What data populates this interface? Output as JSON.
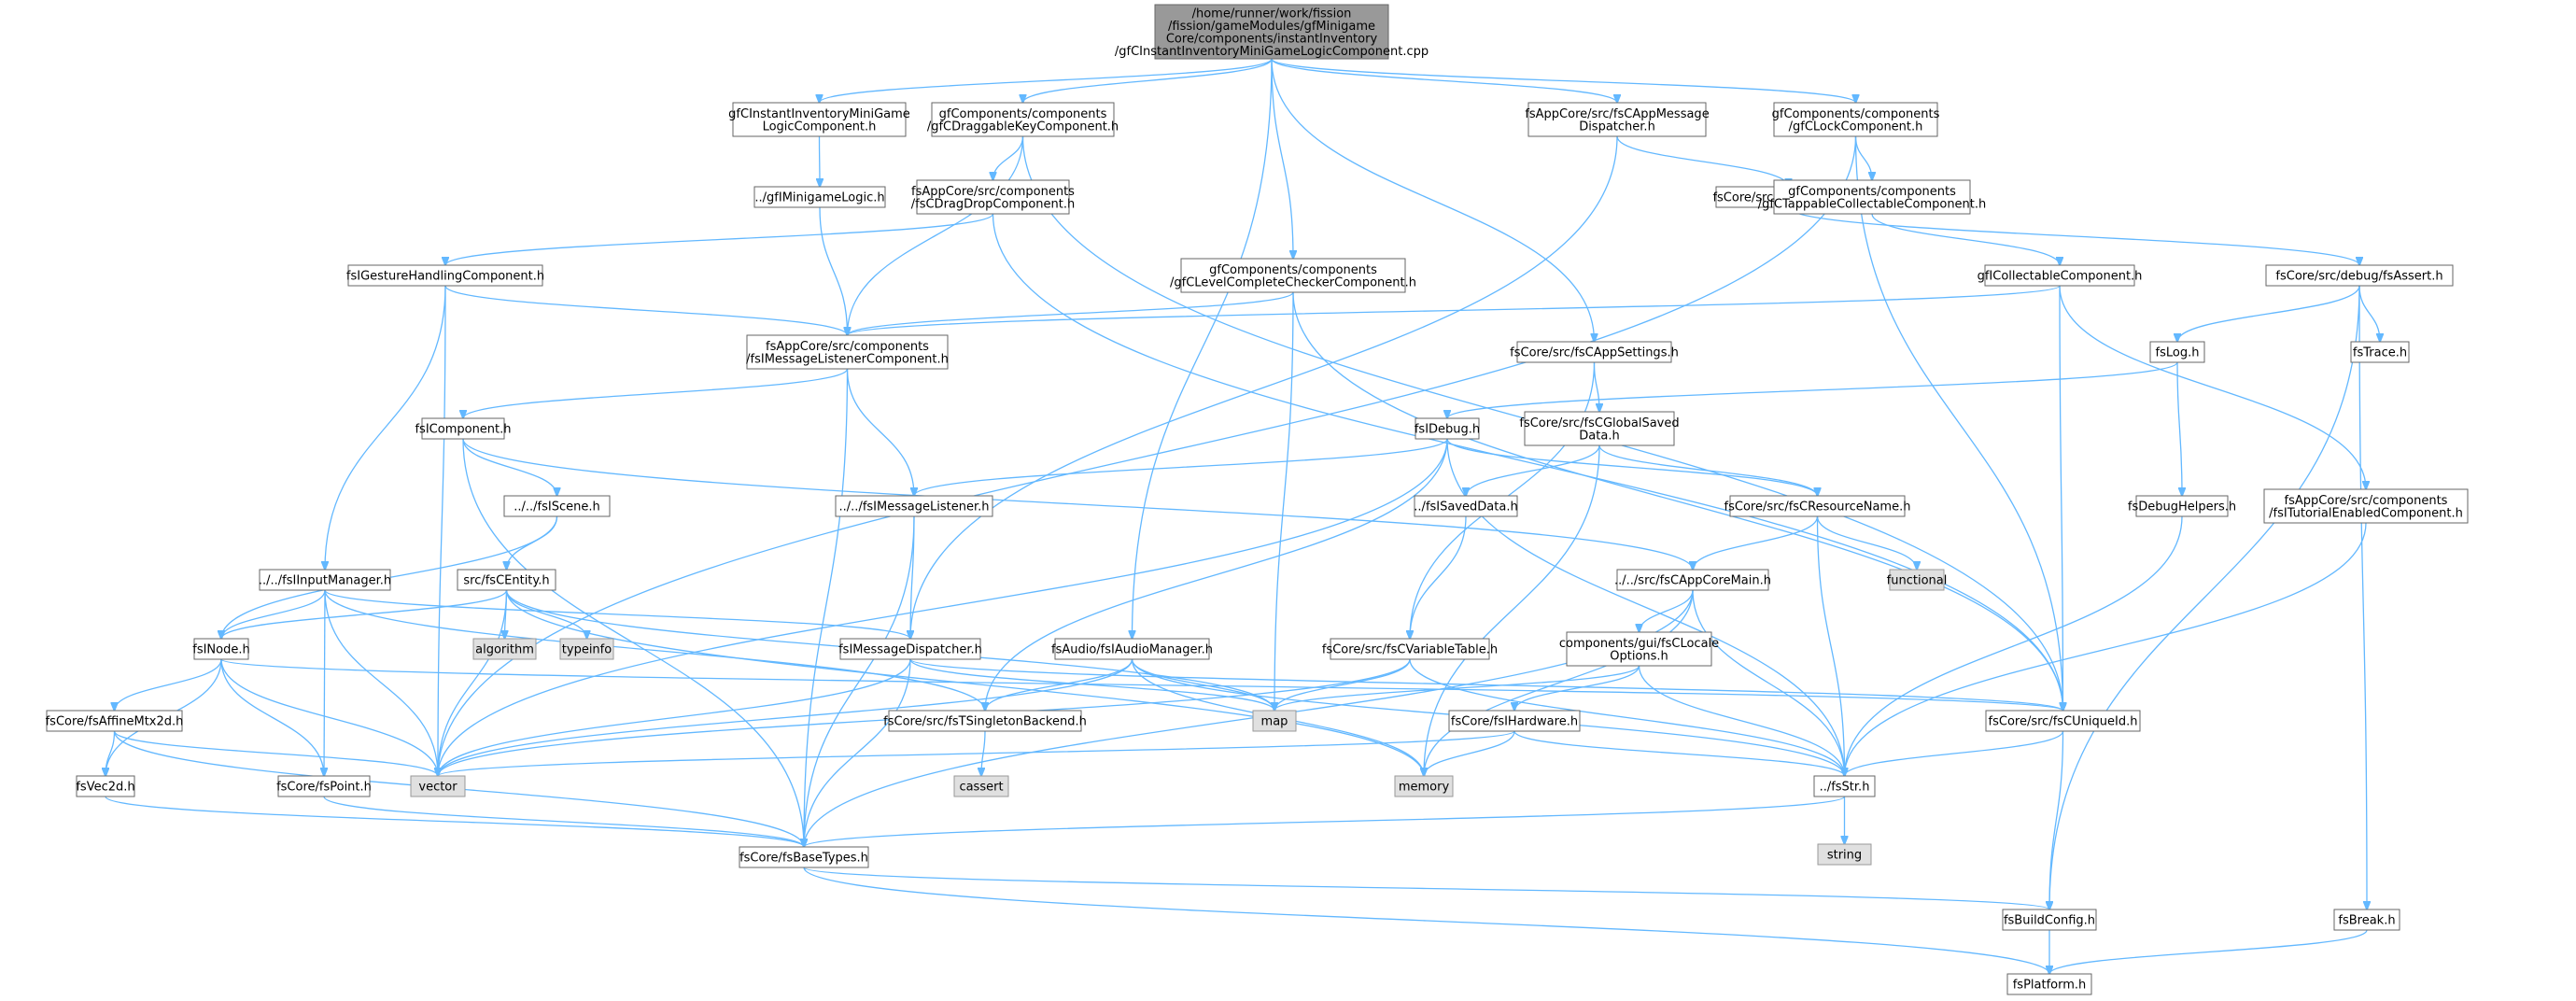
{
  "graph": {
    "title": "",
    "colors": {
      "edge": "#63b8ff",
      "root_fill": "#999999",
      "node_fill": "#ffffff",
      "system_fill": "#e0e0e0",
      "border": "#666666"
    },
    "nodes": [
      {
        "id": "root",
        "lines": [
          "/home/runner/work/fission",
          "/fission/gameModules/gfMinigame",
          "Core/components/instantInventory",
          "/gfCInstantInventoryMiniGameLogicComponent.cpp"
        ],
        "kind": "root"
      },
      {
        "id": "n1",
        "lines": [
          "gfCInstantInventoryMiniGame",
          "LogicComponent.h"
        ],
        "kind": "file"
      },
      {
        "id": "n2",
        "lines": [
          "gfComponents/components",
          "/gfCDraggableKeyComponent.h"
        ],
        "kind": "file"
      },
      {
        "id": "n3",
        "lines": [
          "fsAppCore/src/fsCAppMessage",
          "Dispatcher.h"
        ],
        "kind": "file"
      },
      {
        "id": "n4",
        "lines": [
          "gfComponents/components",
          "/gfCLockComponent.h"
        ],
        "kind": "file"
      },
      {
        "id": "n5",
        "lines": [
          "../gfIMinigameLogic.h"
        ],
        "kind": "file"
      },
      {
        "id": "n6",
        "lines": [
          "fsAppCore/src/components",
          "/fsCDragDropComponent.h"
        ],
        "kind": "file"
      },
      {
        "id": "n7",
        "lines": [
          "fsCore/src/fsTSingleton.h"
        ],
        "kind": "file"
      },
      {
        "id": "n8",
        "lines": [
          "gfComponents/components",
          "/gfCTappableCollectableComponent.h"
        ],
        "kind": "file"
      },
      {
        "id": "n9",
        "lines": [
          "fsIGestureHandlingComponent.h"
        ],
        "kind": "file"
      },
      {
        "id": "n10",
        "lines": [
          "gfComponents/components",
          "/gfCLevelCompleteCheckerComponent.h"
        ],
        "kind": "file"
      },
      {
        "id": "n11",
        "lines": [
          "gfICollectableComponent.h"
        ],
        "kind": "file"
      },
      {
        "id": "n12",
        "lines": [
          "fsCore/src/debug/fsAssert.h"
        ],
        "kind": "file"
      },
      {
        "id": "n13",
        "lines": [
          "fsAppCore/src/components",
          "/fsIMessageListenerComponent.h"
        ],
        "kind": "file"
      },
      {
        "id": "n14",
        "lines": [
          "fsCore/src/fsCAppSettings.h"
        ],
        "kind": "file"
      },
      {
        "id": "n15",
        "lines": [
          "fsLog.h"
        ],
        "kind": "file"
      },
      {
        "id": "n16",
        "lines": [
          "fsTrace.h"
        ],
        "kind": "file"
      },
      {
        "id": "n17",
        "lines": [
          "fsIComponent.h"
        ],
        "kind": "file"
      },
      {
        "id": "n18",
        "lines": [
          "fsIDebug.h"
        ],
        "kind": "file"
      },
      {
        "id": "n19",
        "lines": [
          "fsCore/src/fsCGlobalSaved",
          "Data.h"
        ],
        "kind": "file"
      },
      {
        "id": "n20",
        "lines": [
          "../../fsIScene.h"
        ],
        "kind": "file"
      },
      {
        "id": "n21",
        "lines": [
          "../../fsIMessageListener.h"
        ],
        "kind": "file"
      },
      {
        "id": "n22",
        "lines": [
          "../fsISavedData.h"
        ],
        "kind": "file"
      },
      {
        "id": "n23",
        "lines": [
          "fsCore/src/fsCResourceName.h"
        ],
        "kind": "file"
      },
      {
        "id": "n24",
        "lines": [
          "fsDebugHelpers.h"
        ],
        "kind": "file"
      },
      {
        "id": "n25",
        "lines": [
          "fsAppCore/src/components",
          "/fsITutorialEnabledComponent.h"
        ],
        "kind": "file"
      },
      {
        "id": "n26",
        "lines": [
          "functional"
        ],
        "kind": "system"
      },
      {
        "id": "n27",
        "lines": [
          "../../fsIInputManager.h"
        ],
        "kind": "file"
      },
      {
        "id": "n28",
        "lines": [
          "src/fsCEntity.h"
        ],
        "kind": "file"
      },
      {
        "id": "n29",
        "lines": [
          "../../src/fsCAppCoreMain.h"
        ],
        "kind": "file"
      },
      {
        "id": "n30",
        "lines": [
          "algorithm"
        ],
        "kind": "system"
      },
      {
        "id": "n31",
        "lines": [
          "typeinfo"
        ],
        "kind": "system"
      },
      {
        "id": "n32",
        "lines": [
          "fsINode.h"
        ],
        "kind": "file"
      },
      {
        "id": "n33",
        "lines": [
          "fsIMessageDispatcher.h"
        ],
        "kind": "file"
      },
      {
        "id": "n34",
        "lines": [
          "fsAudio/fsIAudioManager.h"
        ],
        "kind": "file"
      },
      {
        "id": "n35",
        "lines": [
          "fsCore/src/fsCVariableTable.h"
        ],
        "kind": "file"
      },
      {
        "id": "n36",
        "lines": [
          "components/gui/fsCLocale",
          "Options.h"
        ],
        "kind": "file"
      },
      {
        "id": "n37",
        "lines": [
          "fsCore/fsAffineMtx2d.h"
        ],
        "kind": "file"
      },
      {
        "id": "n38",
        "lines": [
          "fsCore/src/fsTSingletonBackend.h"
        ],
        "kind": "file"
      },
      {
        "id": "n39",
        "lines": [
          "map"
        ],
        "kind": "system"
      },
      {
        "id": "n40",
        "lines": [
          "fsCore/fsIHardware.h"
        ],
        "kind": "file"
      },
      {
        "id": "n41",
        "lines": [
          "fsCore/src/fsCUniqueId.h"
        ],
        "kind": "file"
      },
      {
        "id": "n42",
        "lines": [
          "fsVec2d.h"
        ],
        "kind": "file"
      },
      {
        "id": "n43",
        "lines": [
          "fsCore/fsPoint.h"
        ],
        "kind": "file"
      },
      {
        "id": "n44",
        "lines": [
          "vector"
        ],
        "kind": "system"
      },
      {
        "id": "n45",
        "lines": [
          "cassert"
        ],
        "kind": "system"
      },
      {
        "id": "n46",
        "lines": [
          "memory"
        ],
        "kind": "system"
      },
      {
        "id": "n47",
        "lines": [
          "../fsStr.h"
        ],
        "kind": "file"
      },
      {
        "id": "n48",
        "lines": [
          "string"
        ],
        "kind": "system"
      },
      {
        "id": "n49",
        "lines": [
          "fsCore/fsBaseTypes.h"
        ],
        "kind": "file"
      },
      {
        "id": "n50",
        "lines": [
          "fsBuildConfig.h"
        ],
        "kind": "file"
      },
      {
        "id": "n51",
        "lines": [
          "fsBreak.h"
        ],
        "kind": "file"
      },
      {
        "id": "n52",
        "lines": [
          "fsPlatform.h"
        ],
        "kind": "file"
      }
    ],
    "edges": [
      [
        "root",
        "n1"
      ],
      [
        "root",
        "n2"
      ],
      [
        "root",
        "n3"
      ],
      [
        "root",
        "n4"
      ],
      [
        "root",
        "n10"
      ],
      [
        "root",
        "n14"
      ],
      [
        "root",
        "n34"
      ],
      [
        "n1",
        "n5"
      ],
      [
        "n5",
        "n13"
      ],
      [
        "n2",
        "n6"
      ],
      [
        "n2",
        "n13"
      ],
      [
        "n2",
        "n41"
      ],
      [
        "n6",
        "n9"
      ],
      [
        "n6",
        "n41"
      ],
      [
        "n9",
        "n13"
      ],
      [
        "n9",
        "n27"
      ],
      [
        "n9",
        "n44"
      ],
      [
        "n3",
        "n7"
      ],
      [
        "n3",
        "n33"
      ],
      [
        "n7",
        "n12"
      ],
      [
        "n4",
        "n8"
      ],
      [
        "n4",
        "n41"
      ],
      [
        "n4",
        "n44"
      ],
      [
        "n8",
        "n11"
      ],
      [
        "n11",
        "n13"
      ],
      [
        "n11",
        "n25"
      ],
      [
        "n11",
        "n41"
      ],
      [
        "n10",
        "n13"
      ],
      [
        "n10",
        "n39"
      ],
      [
        "n10",
        "n41"
      ],
      [
        "n12",
        "n15"
      ],
      [
        "n12",
        "n16"
      ],
      [
        "n12",
        "n50"
      ],
      [
        "n12",
        "n51"
      ],
      [
        "n15",
        "n18"
      ],
      [
        "n15",
        "n24"
      ],
      [
        "n24",
        "n47"
      ],
      [
        "n25",
        "n47"
      ],
      [
        "n13",
        "n17"
      ],
      [
        "n13",
        "n21"
      ],
      [
        "n13",
        "n49"
      ],
      [
        "n14",
        "n19"
      ],
      [
        "n14",
        "n35"
      ],
      [
        "n19",
        "n22"
      ],
      [
        "n19",
        "n23"
      ],
      [
        "n19",
        "n46"
      ],
      [
        "n22",
        "n35"
      ],
      [
        "n17",
        "n20"
      ],
      [
        "n17",
        "n29"
      ],
      [
        "n17",
        "n49"
      ],
      [
        "n20",
        "n28"
      ],
      [
        "n20",
        "n32"
      ],
      [
        "n18",
        "n21"
      ],
      [
        "n18",
        "n23"
      ],
      [
        "n18",
        "n38"
      ],
      [
        "n18",
        "n44"
      ],
      [
        "n18",
        "n47"
      ],
      [
        "n21",
        "n33"
      ],
      [
        "n21",
        "n49"
      ],
      [
        "n23",
        "n26"
      ],
      [
        "n23",
        "n29"
      ],
      [
        "n23",
        "n47"
      ],
      [
        "n27",
        "n32"
      ],
      [
        "n27",
        "n33"
      ],
      [
        "n27",
        "n38"
      ],
      [
        "n27",
        "n43"
      ],
      [
        "n27",
        "n44"
      ],
      [
        "n28",
        "n30"
      ],
      [
        "n28",
        "n31"
      ],
      [
        "n28",
        "n32"
      ],
      [
        "n28",
        "n39"
      ],
      [
        "n28",
        "n44"
      ],
      [
        "n28",
        "n46"
      ],
      [
        "n29",
        "n36"
      ],
      [
        "n29",
        "n46"
      ],
      [
        "n29",
        "n47"
      ],
      [
        "n29",
        "n49"
      ],
      [
        "n32",
        "n37"
      ],
      [
        "n32",
        "n42"
      ],
      [
        "n32",
        "n43"
      ],
      [
        "n32",
        "n44"
      ],
      [
        "n32",
        "n41"
      ],
      [
        "n37",
        "n42"
      ],
      [
        "n37",
        "n44"
      ],
      [
        "n37",
        "n49"
      ],
      [
        "n33",
        "n39"
      ],
      [
        "n33",
        "n41"
      ],
      [
        "n33",
        "n44"
      ],
      [
        "n33",
        "n49"
      ],
      [
        "n34",
        "n38"
      ],
      [
        "n34",
        "n39"
      ],
      [
        "n34",
        "n44"
      ],
      [
        "n34",
        "n46"
      ],
      [
        "n34",
        "n47"
      ],
      [
        "n35",
        "n39"
      ],
      [
        "n35",
        "n44"
      ],
      [
        "n35",
        "n47"
      ],
      [
        "n36",
        "n40"
      ],
      [
        "n36",
        "n39"
      ],
      [
        "n36",
        "n47"
      ],
      [
        "n40",
        "n46"
      ],
      [
        "n40",
        "n47"
      ],
      [
        "n40",
        "n44"
      ],
      [
        "n38",
        "n45"
      ],
      [
        "n41",
        "n47"
      ],
      [
        "n41",
        "n50"
      ],
      [
        "n42",
        "n49"
      ],
      [
        "n43",
        "n49"
      ],
      [
        "n47",
        "n48"
      ],
      [
        "n47",
        "n49"
      ],
      [
        "n49",
        "n50"
      ],
      [
        "n49",
        "n52"
      ],
      [
        "n50",
        "n52"
      ],
      [
        "n51",
        "n52"
      ]
    ]
  }
}
